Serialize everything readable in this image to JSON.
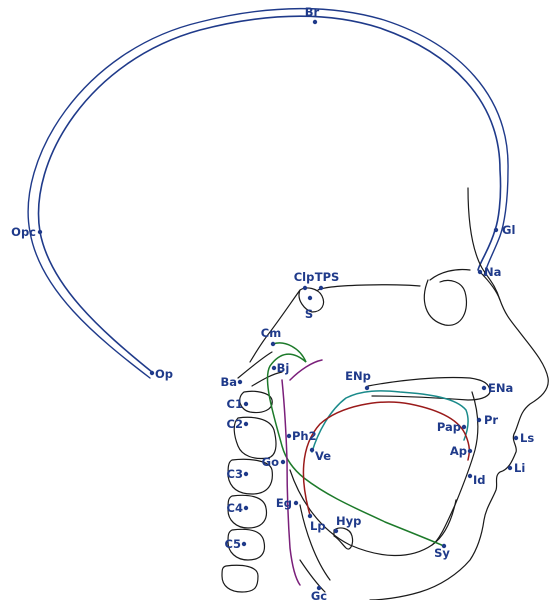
{
  "colors": {
    "outline": "#1a1a1a",
    "skull": "#1f3a8a",
    "label": "#1f3a8a",
    "point": "#1f3a8a",
    "tract_green": "#1d7a2a",
    "tract_purple": "#7a1f7a",
    "tract_teal": "#1a8a8a",
    "tract_red": "#9a1a1a"
  },
  "landmarks": [
    {
      "id": "Br",
      "label": "Br"
    },
    {
      "id": "Gl",
      "label": "Gl"
    },
    {
      "id": "Na",
      "label": "Na"
    },
    {
      "id": "Opc",
      "label": "Opc"
    },
    {
      "id": "Op",
      "label": "Op"
    },
    {
      "id": "Clp",
      "label": "Clp"
    },
    {
      "id": "TPS",
      "label": "TPS"
    },
    {
      "id": "S",
      "label": "S"
    },
    {
      "id": "Cm",
      "label": "Cm"
    },
    {
      "id": "Bj",
      "label": "Bj"
    },
    {
      "id": "Ba",
      "label": "Ba"
    },
    {
      "id": "ENp",
      "label": "ENp"
    },
    {
      "id": "ENa",
      "label": "ENa"
    },
    {
      "id": "C1",
      "label": "C1"
    },
    {
      "id": "C2",
      "label": "C2"
    },
    {
      "id": "Ph2",
      "label": "Ph2"
    },
    {
      "id": "Pr",
      "label": "Pr"
    },
    {
      "id": "Pap",
      "label": "Pap"
    },
    {
      "id": "Ls",
      "label": "Ls"
    },
    {
      "id": "Ve",
      "label": "Ve"
    },
    {
      "id": "Ap",
      "label": "Ap"
    },
    {
      "id": "Go",
      "label": "Go"
    },
    {
      "id": "Li",
      "label": "Li"
    },
    {
      "id": "Id",
      "label": "Id"
    },
    {
      "id": "C3",
      "label": "C3"
    },
    {
      "id": "Eg",
      "label": "Eg"
    },
    {
      "id": "C4",
      "label": "C4"
    },
    {
      "id": "Hyp",
      "label": "Hyp"
    },
    {
      "id": "Lp",
      "label": "Lp"
    },
    {
      "id": "Sy",
      "label": "Sy"
    },
    {
      "id": "C5",
      "label": "C5"
    },
    {
      "id": "Gc",
      "label": "Gc"
    }
  ]
}
